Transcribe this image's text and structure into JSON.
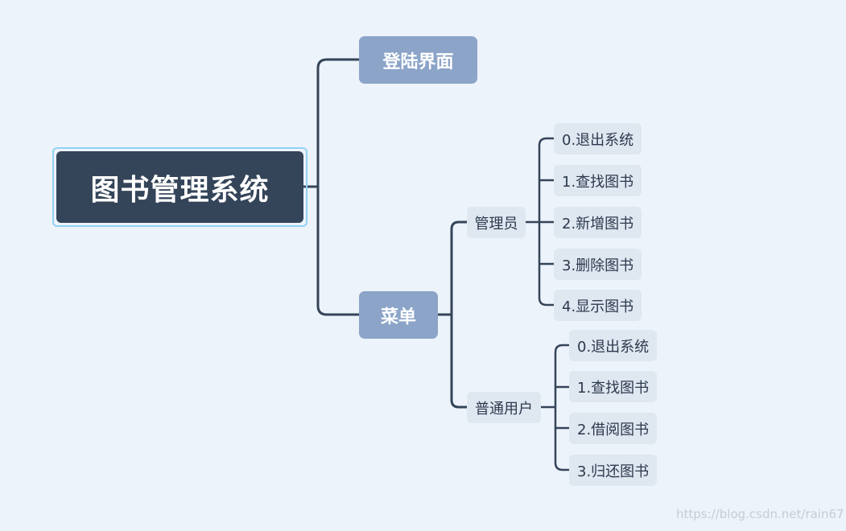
{
  "root": {
    "label": "图书管理系统"
  },
  "branches": {
    "login": {
      "label": "登陆界面"
    },
    "menu": {
      "label": "菜单",
      "admin": {
        "label": "管理员",
        "items": [
          "0.退出系统",
          "1.查找图书",
          "2.新增图书",
          "3.删除图书",
          "4.显示图书"
        ]
      },
      "user": {
        "label": "普通用户",
        "items": [
          "0.退出系统",
          "1.查找图书",
          "2.借阅图书",
          "3.归还图书"
        ]
      }
    }
  },
  "watermark": "https://blog.csdn.net/rain67",
  "colors": {
    "background": "#edf3fa",
    "root_fill": "#344459",
    "root_outline": "#8fd3f2",
    "main_fill": "#8ba4c8",
    "leaf_fill": "#dfe7f1",
    "connector": "#344459"
  }
}
